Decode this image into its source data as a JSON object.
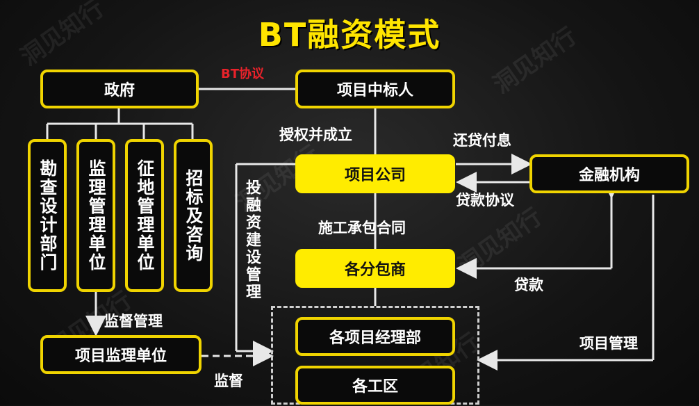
{
  "title": "BT融资模式",
  "protocol_label": "BT协议",
  "boxes": {
    "government": "政府",
    "winning_bidder": "项目中标人",
    "project_company": "项目公司",
    "financial_institution": "金融机构",
    "subcontractors": "各分包商",
    "project_dept": "各项目经理部",
    "work_area": "各工区",
    "supervision_unit": "项目监理单位"
  },
  "gov_departments": [
    "勘查设计部门",
    "监理管理单位",
    "征地管理单位",
    "招标及咨询"
  ],
  "labels": {
    "authorize": "授权并成立",
    "repay": "还贷付息",
    "loan_agreement": "贷款协议",
    "construction_contract": "施工承包合同",
    "loan": "贷款",
    "supervise_manage": "监督管理",
    "project_management": "项目管理",
    "supervise": "监督",
    "invest_build_manage": "投融资建设管理"
  },
  "watermark": "洞见知行"
}
